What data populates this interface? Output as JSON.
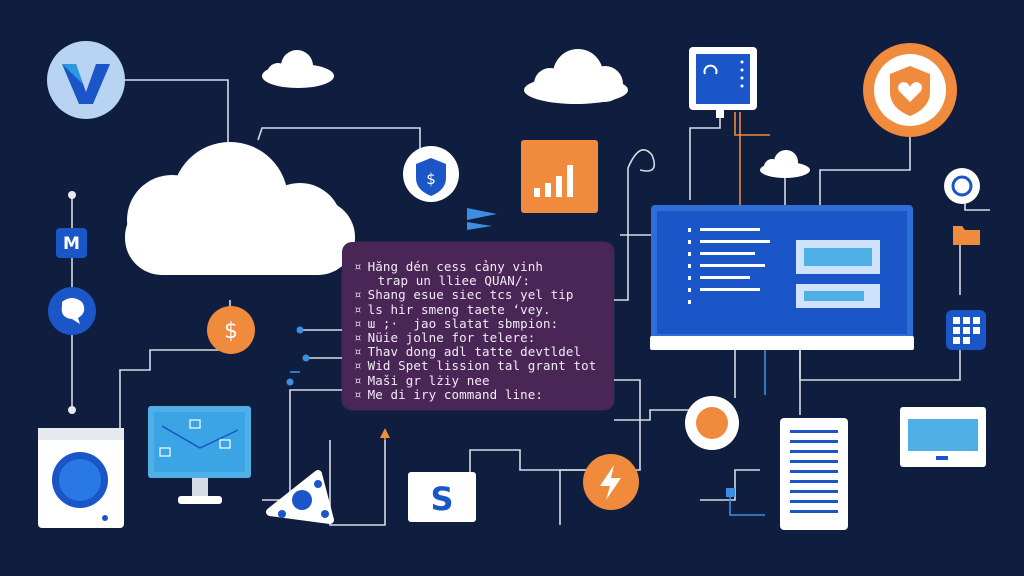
{
  "terminal": {
    "lines": [
      "Hăng dén cess cảny vinh",
      "trap un lliee QUAN/:",
      "Shang esue siec tcs yel tip",
      "ls hir smeng taete ‘vey.",
      "ɯ ;·  jao slatat sbmpion:",
      "Nüie jolne for telere:",
      "Thav dong adl tatte devtldel",
      "Wid Spet lission tal grant tot",
      "Maši gr lżiy nee",
      "Me di iry command line:"
    ]
  },
  "icons": {
    "logo_letter": "V",
    "mail_letter": "M",
    "dollar_symbol": "$",
    "s_letter": "S"
  },
  "colors": {
    "background": "#0f1d3f",
    "line": "#d7dbe6",
    "accent_orange": "#f08a3c",
    "accent_blue": "#1a56c8",
    "light_blue": "#4fb0e8",
    "terminal": "#4a2657"
  }
}
